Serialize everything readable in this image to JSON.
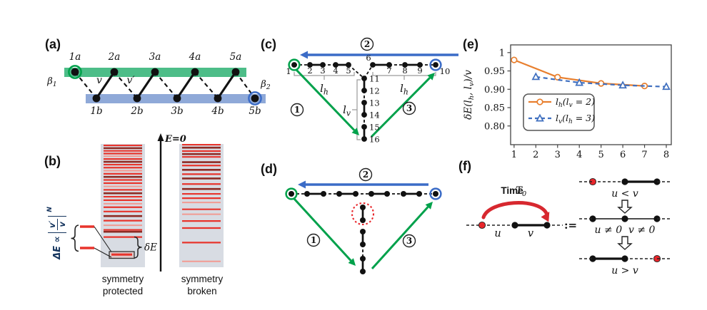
{
  "colors": {
    "accent_green": "#00a14b",
    "accent_blue": "#3b6cc7",
    "accent_red": "#e8262b",
    "bar_green": "#4dbd88",
    "bar_blue": "#8fa9d8",
    "column_bg": "#d8dce3",
    "level_bright": "#e8342c",
    "level_dark": "#8e2b24",
    "level_light": "#f29a92",
    "plot_orange": "#e87f2e",
    "plot_blue": "#3f6fbf"
  },
  "panels": {
    "a": {
      "label": "(a)",
      "top_sites": [
        "1a",
        "2a",
        "3a",
        "4a",
        "5a"
      ],
      "bottom_sites": [
        "1b",
        "2b",
        "3b",
        "4b",
        "5b"
      ],
      "beta_left": "β_1",
      "beta_right": "β_2",
      "bond_v": "v",
      "bond_v_prime": "v′"
    },
    "b": {
      "label": "(b)",
      "energy_zero": "E=0",
      "gap_prefix": "ΔE ∝",
      "gap_fraction_numerator": "v′",
      "gap_fraction_denominator": "v",
      "gap_exponent": "N",
      "edge_gap": "δE",
      "caption_protected_line1": "symmetry",
      "caption_protected_line2": "protected",
      "caption_broken_line1": "symmetry",
      "caption_broken_line2": "broken",
      "protected_levels": [
        [
          0.012,
          "b"
        ],
        [
          0.034,
          "d"
        ],
        [
          0.056,
          "b"
        ],
        [
          0.078,
          "b"
        ],
        [
          0.1,
          "l"
        ],
        [
          0.122,
          "b"
        ],
        [
          0.145,
          "d"
        ],
        [
          0.168,
          "b"
        ],
        [
          0.192,
          "b"
        ],
        [
          0.217,
          "l"
        ],
        [
          0.242,
          "b"
        ],
        [
          0.267,
          "d"
        ],
        [
          0.292,
          "b"
        ],
        [
          0.318,
          "b"
        ],
        [
          0.345,
          "l"
        ],
        [
          0.372,
          "b"
        ],
        [
          0.4,
          "d"
        ],
        [
          0.428,
          "b"
        ],
        [
          0.456,
          "b"
        ],
        [
          0.485,
          "l"
        ],
        [
          0.513,
          "b"
        ],
        [
          0.548,
          "b"
        ],
        [
          0.585,
          "d"
        ],
        [
          0.622,
          "b"
        ],
        [
          0.66,
          "l"
        ],
        [
          0.697,
          "b"
        ],
        [
          0.712,
          "d"
        ],
        [
          0.755,
          "b"
        ]
      ],
      "broken_levels": [
        [
          0.006,
          "b"
        ],
        [
          0.03,
          "d"
        ],
        [
          0.058,
          "b"
        ],
        [
          0.082,
          "d"
        ],
        [
          0.105,
          "b"
        ],
        [
          0.148,
          "d"
        ],
        [
          0.175,
          "b"
        ],
        [
          0.21,
          "d"
        ],
        [
          0.245,
          "b"
        ],
        [
          0.28,
          "d"
        ],
        [
          0.325,
          "b"
        ],
        [
          0.365,
          "d"
        ],
        [
          0.405,
          "b"
        ],
        [
          0.44,
          "b"
        ],
        [
          0.475,
          "l"
        ],
        [
          0.53,
          "b"
        ],
        [
          0.57,
          "l"
        ],
        [
          0.625,
          "b"
        ],
        [
          0.682,
          "b"
        ],
        [
          0.8,
          "b"
        ],
        [
          0.952,
          "l"
        ]
      ]
    },
    "c": {
      "label": "(c)",
      "chain_site_numbers": [
        "1",
        "2",
        "3",
        "4",
        "5",
        "6",
        "7",
        "8",
        "9",
        "10"
      ],
      "vertical_site_numbers": [
        "11",
        "12",
        "13",
        "14",
        "15",
        "16"
      ],
      "horizontal_length_label": "l_h",
      "vertical_length_label": "l_v",
      "step_labels": [
        "1",
        "2",
        "3"
      ]
    },
    "d": {
      "label": "(d)",
      "step_labels": [
        "1",
        "2",
        "3"
      ]
    },
    "e": {
      "label": "(e)"
    },
    "f": {
      "label": "(f)",
      "time_label": "Time",
      "time_sub": "T_0",
      "u_label": "u",
      "v_label": "v",
      "define_symbol": ":=",
      "case_initial": "u < v",
      "case_middle": "u ≠ 0  v ≠ 0",
      "case_final": "u > v"
    }
  },
  "chart_data": {
    "type": "line",
    "title": "",
    "xlabel": "",
    "ylabel": "δE(l_h, l_v)/v",
    "x_ticks": [
      1,
      2,
      3,
      4,
      5,
      6,
      7,
      8
    ],
    "y_ticks": [
      1,
      0.95,
      0.9,
      0.85,
      0.8
    ],
    "y_tick_labels": [
      "1",
      "0.95",
      "0.90",
      "0.85",
      "0.80"
    ],
    "xlim": [
      0.84,
      8.23
    ],
    "ylim": [
      0.749,
      1.021
    ],
    "grid": false,
    "legend_position": "center-left",
    "series": [
      {
        "name": "l_h(l_v = 2)",
        "color": "#e87f2e",
        "line": "solid",
        "marker": "circle",
        "x": [
          1,
          3,
          5,
          7
        ],
        "y": [
          0.98,
          0.933,
          0.916,
          0.909
        ]
      },
      {
        "name": "l_v(l_h = 3)",
        "color": "#3f6fbf",
        "line": "dashed",
        "marker": "triangle",
        "x": [
          2,
          4,
          6,
          8
        ],
        "y": [
          0.934,
          0.918,
          0.911,
          0.907
        ]
      }
    ]
  }
}
